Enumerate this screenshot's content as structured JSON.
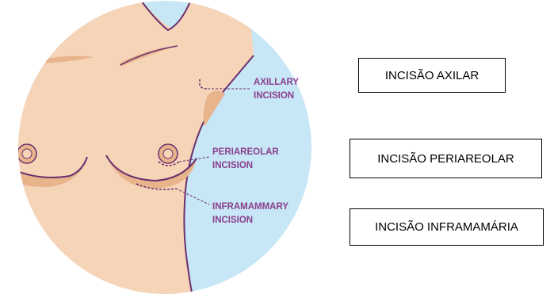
{
  "diagram": {
    "callouts": {
      "axillary": [
        "AXILLARY",
        "INCISION"
      ],
      "periareolar": [
        "PERIAREOLAR",
        "INCISION"
      ],
      "inframammary": [
        "INFRAMAMMARY",
        "INCISION"
      ]
    },
    "colors": {
      "skin": "#f6d4b8",
      "shadow": "#e8b48c",
      "background_blue": "#c7e6f6",
      "outline": "#6b2f6e",
      "callout_text": "#8a3f8d"
    }
  },
  "labels": {
    "axilar": "INCISÃO AXILAR",
    "periareolar": "INCISÃO PERIAREOLAR",
    "inframamaria": "INCISÃO INFRAMAMÁRIA"
  }
}
